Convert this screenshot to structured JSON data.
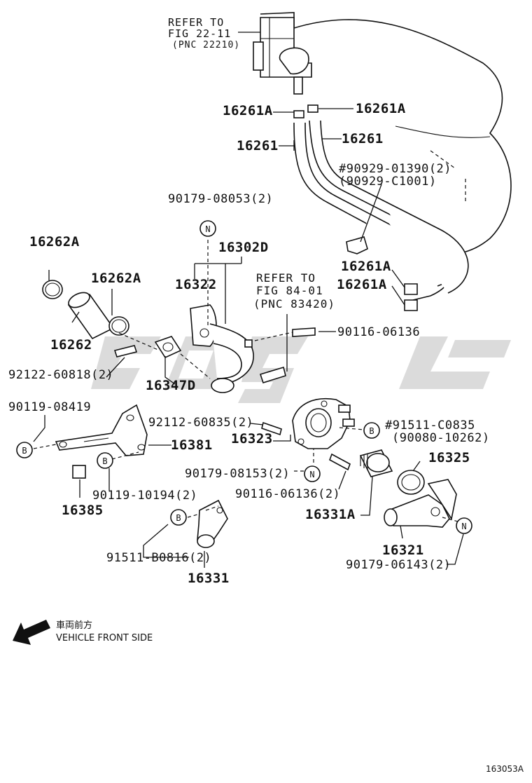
{
  "diagram_id": "163053A",
  "orientation": {
    "japanese": "車両前方",
    "english": "VEHICLE FRONT SIDE",
    "icon": "arrow-down-left-icon"
  },
  "references": [
    {
      "line1": "REFER TO",
      "line2": "FIG 22-11",
      "line3": "(PNC 22210)"
    },
    {
      "line1": "REFER TO",
      "line2": "FIG 84-01",
      "line3": "(PNC 83420)"
    }
  ],
  "callouts": {
    "b": "B",
    "n": "N"
  },
  "labels": {
    "p16261A_1": "16261A",
    "p16261A_2": "16261A",
    "p16261_1": "16261",
    "p16261_2": "16261",
    "p90929_a": "#90929-01390(2)",
    "p90929_b": "(90929-C1001)",
    "p90179_08053": "90179-08053(2)",
    "p16302D": "16302D",
    "p16262A_1": "16262A",
    "p16262A_2": "16262A",
    "p16322": "16322",
    "p16261A_3": "16261A",
    "p16261A_4": "16261A",
    "p90116_06136_1": "90116-06136",
    "p16262": "16262",
    "p92122_60818": "92122-60818(2)",
    "p16347D": "16347D",
    "p90119_08419": "90119-08419",
    "p92112_60835": "92112-60835(2)",
    "p16323": "16323",
    "p91511_c0835": "#91511-C0835",
    "p90080_10262": "(90080-10262)",
    "p16381": "16381",
    "p16325": "16325",
    "p90179_08153": "90179-08153(2)",
    "p90119_10194": "90119-10194(2)",
    "p90116_06136_2": "90116-06136(2)",
    "p16385": "16385",
    "p16331A": "16331A",
    "p16321": "16321",
    "p90179_06143": "90179-06143(2)",
    "p91511_b0816": "91511-B0816(2)",
    "p16331": "16331"
  }
}
